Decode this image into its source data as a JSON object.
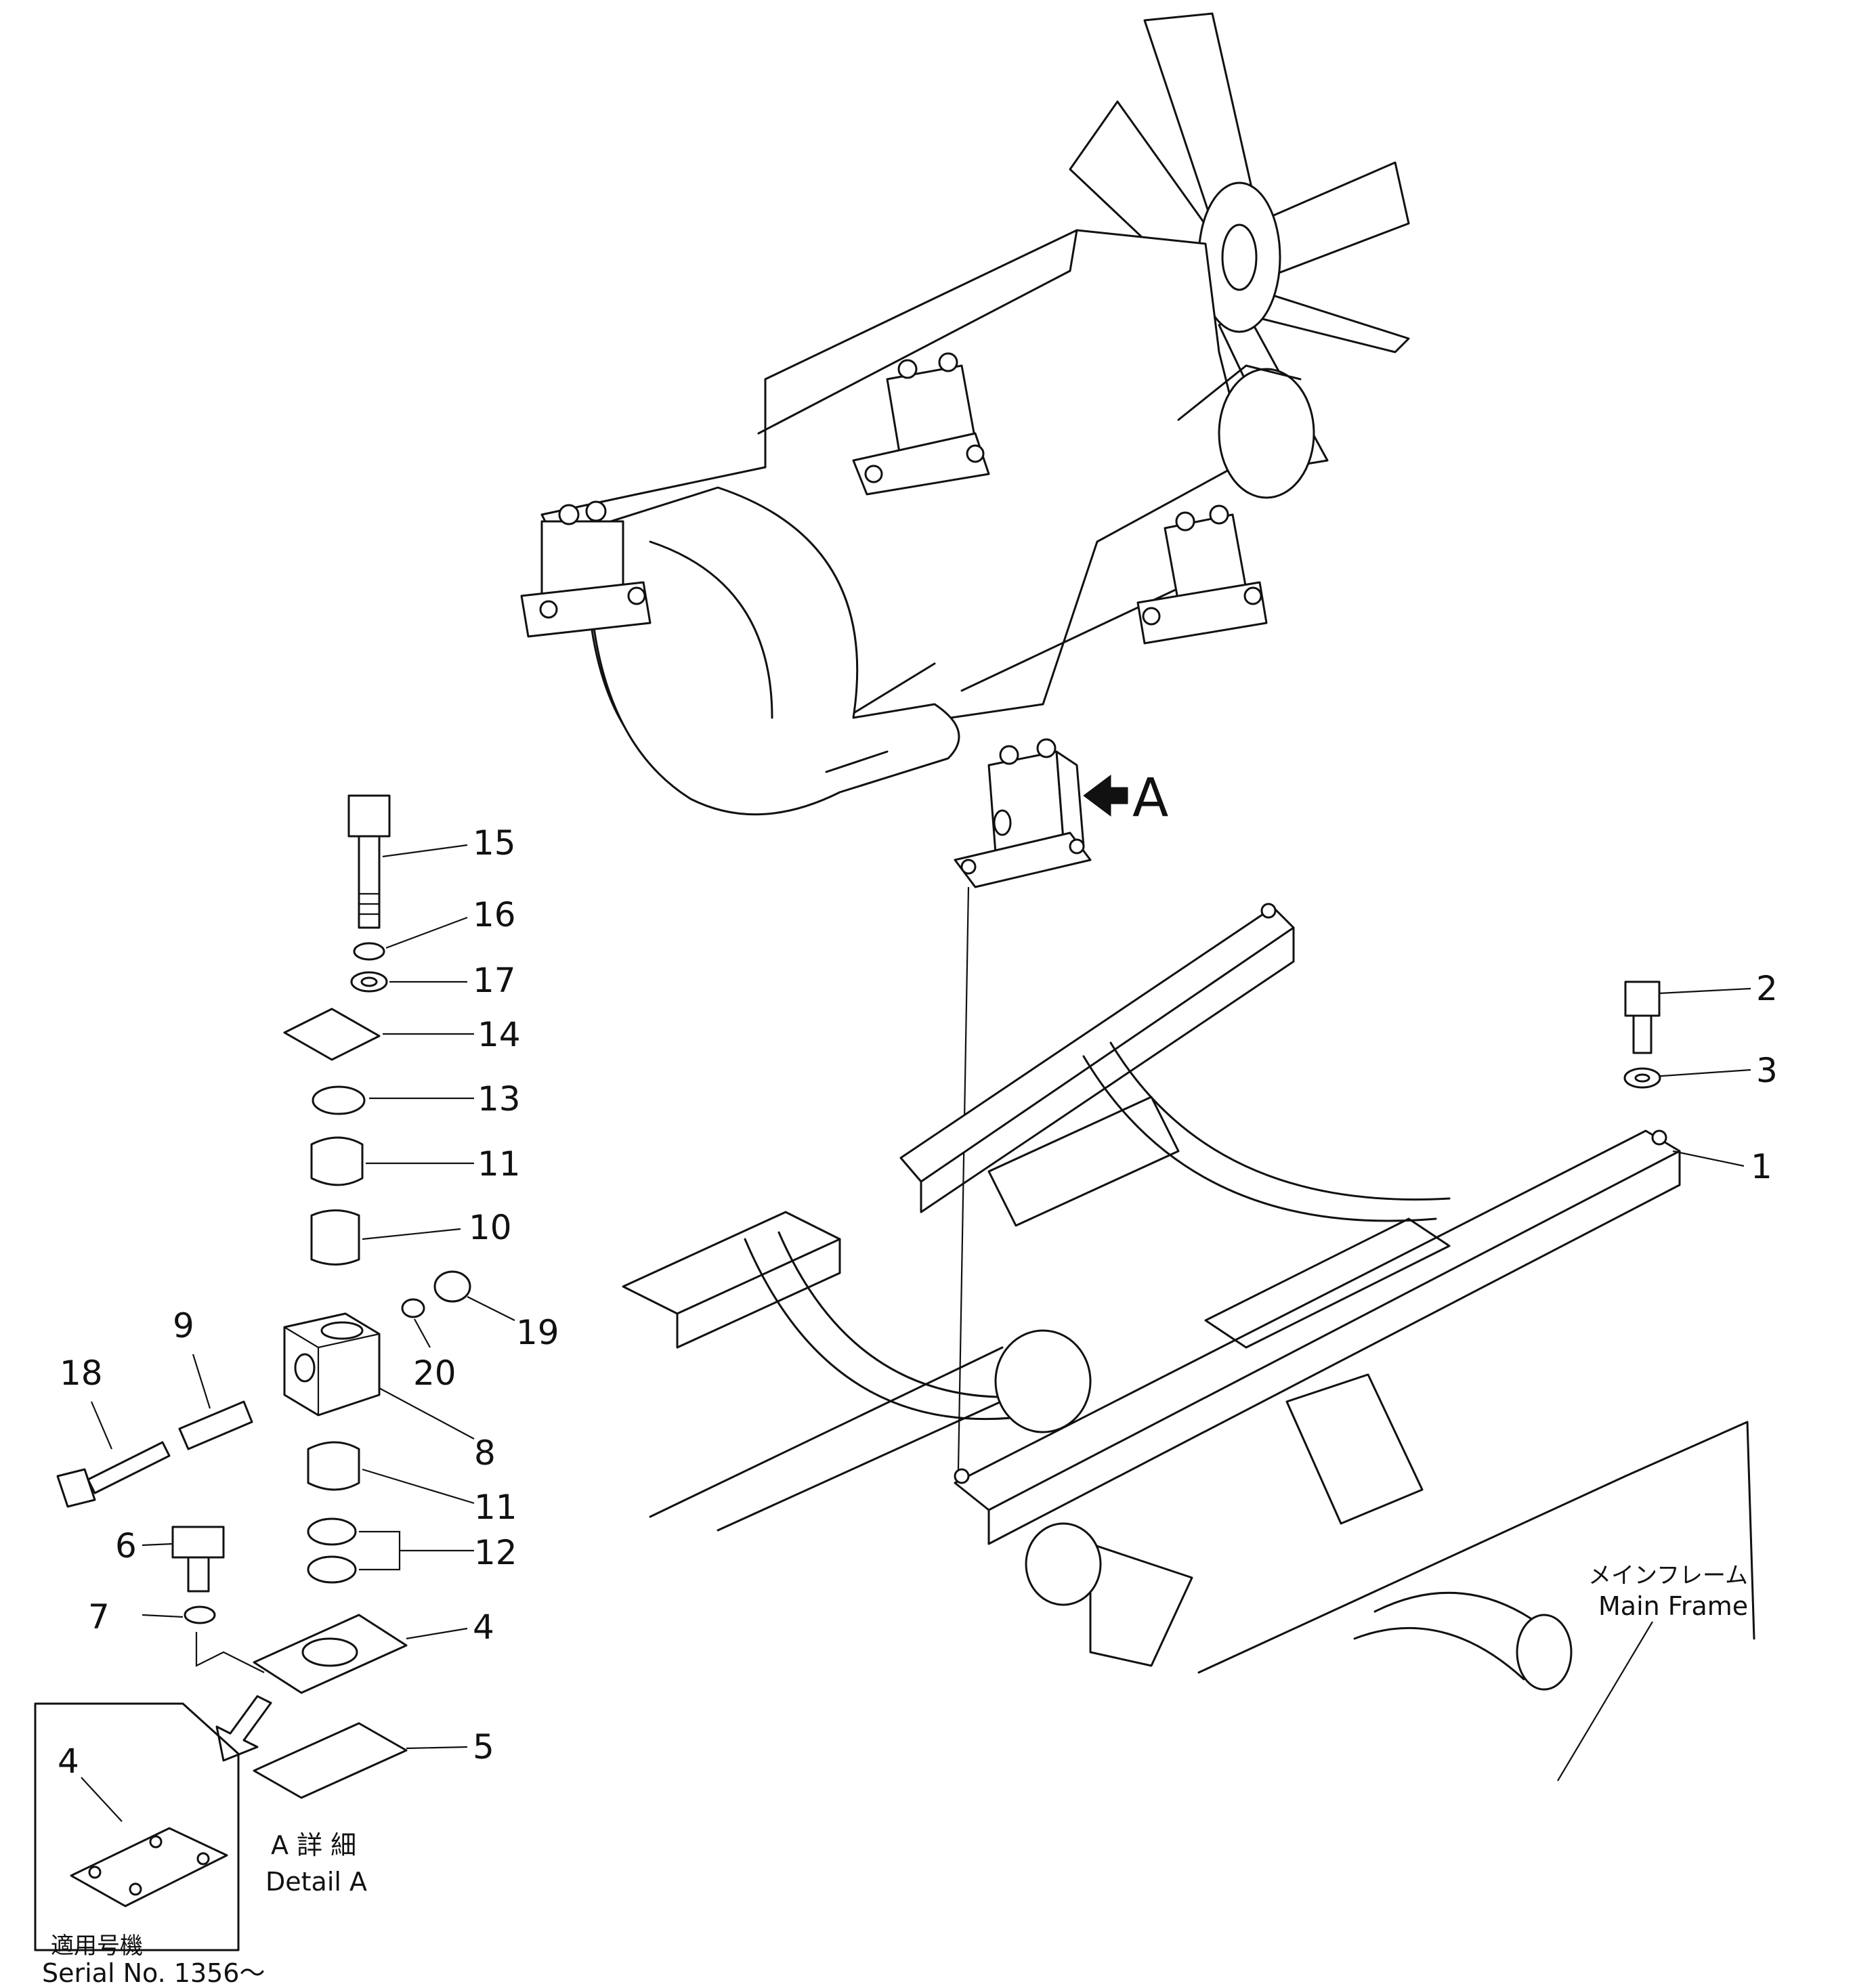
{
  "callouts": {
    "c1": "1",
    "c2": "2",
    "c3": "3",
    "c4": "4",
    "c5": "5",
    "c6": "6",
    "c7": "7",
    "c8": "8",
    "c9": "9",
    "c10": "10",
    "c11a": "11",
    "c11b": "11",
    "c12": "12",
    "c13": "13",
    "c14": "14",
    "c15": "15",
    "c16": "16",
    "c17": "17",
    "c18": "18",
    "c19": "19",
    "c20": "20",
    "detail_part": "4"
  },
  "view_marker": "A",
  "main_frame": {
    "label_jp": "メインフレーム",
    "label_en": "Main Frame"
  },
  "detail": {
    "label_jp": "A 詳 細",
    "label_en": "Detail A"
  },
  "serial": {
    "label_jp": "適用号機",
    "label_en": "Serial No. 1356～"
  }
}
